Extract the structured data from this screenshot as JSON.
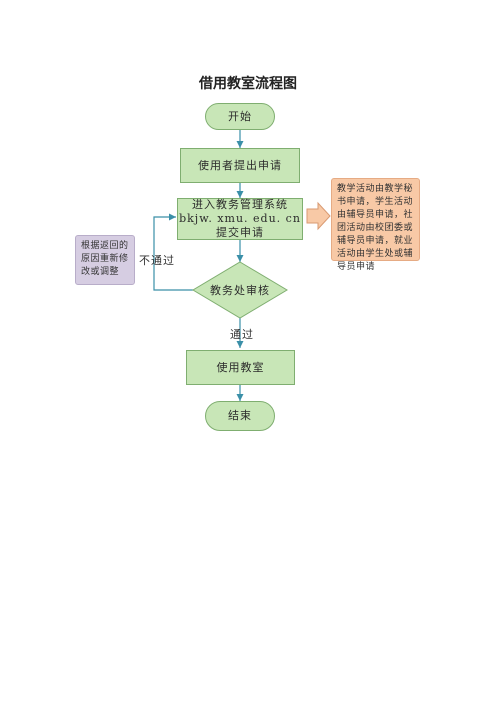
{
  "title": "借用教室流程图",
  "nodes": {
    "start": "开始",
    "apply": "使用者提出申请",
    "system_line1": "进入教务管理系统",
    "system_line2": "bkjw. xmu. edu. cn",
    "system_line3": "提交申请",
    "review": "教务处审核",
    "use": "使用教室",
    "end": "结束"
  },
  "edge_labels": {
    "pass": "通过",
    "fail": "不通过"
  },
  "notes": {
    "applicants": "教学活动由教学秘书申请，学生活动由辅导员申请，社团活动由校团委或辅导员申请，就业活动由学生处或辅导员申请",
    "revise": "根据返回的原因重新修改或调整"
  },
  "colors": {
    "node_fill": "#c8e6b7",
    "node_border": "#7fae70",
    "arrow": "#3a8fa8",
    "note_orange": "#f8c9a6",
    "note_purple": "#d6cde2"
  }
}
